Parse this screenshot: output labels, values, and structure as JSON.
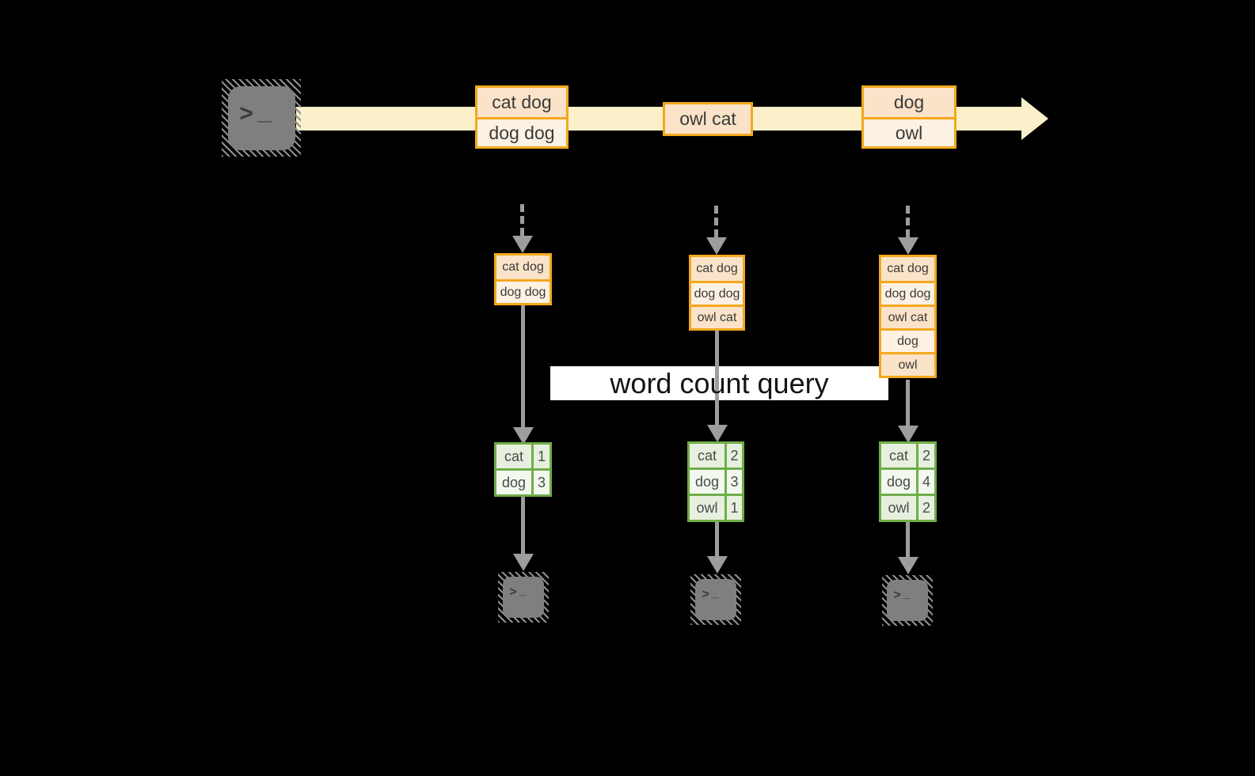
{
  "diagram": {
    "kind": "streaming word-count dataflow",
    "query": {
      "label": "word count query"
    },
    "terminal_glyph": {
      "prompt": ">",
      "cursor": "_"
    },
    "stream": {
      "events": [
        {
          "lines": [
            "cat dog",
            "dog dog"
          ]
        },
        {
          "lines": [
            "owl cat"
          ]
        },
        {
          "lines": [
            "dog",
            "owl"
          ]
        }
      ]
    },
    "columns": [
      {
        "state": [
          "cat dog",
          "dog dog"
        ],
        "counts": [
          {
            "word": "cat",
            "count": "1"
          },
          {
            "word": "dog",
            "count": "3"
          }
        ]
      },
      {
        "state": [
          "cat dog",
          "dog dog",
          "owl cat"
        ],
        "counts": [
          {
            "word": "cat",
            "count": "2"
          },
          {
            "word": "dog",
            "count": "3"
          },
          {
            "word": "owl",
            "count": "1"
          }
        ]
      },
      {
        "state": [
          "cat dog",
          "dog dog",
          "owl cat",
          "dog",
          "owl"
        ],
        "counts": [
          {
            "word": "cat",
            "count": "2"
          },
          {
            "word": "dog",
            "count": "4"
          },
          {
            "word": "owl",
            "count": "2"
          }
        ]
      }
    ],
    "colors": {
      "background": "#000000",
      "stream_band": "#FBF0C9",
      "record_border": "#F2A81D",
      "record_fill_dark": "#FAE3C8",
      "record_fill_light": "#FCF1E2",
      "table_border": "#6FAD49",
      "table_fill_dark": "#E7F0DF",
      "table_fill_light": "#F3F8EF",
      "arrow_gray": "#9D9D9D",
      "terminal_gray": "#7F7F7F"
    }
  }
}
